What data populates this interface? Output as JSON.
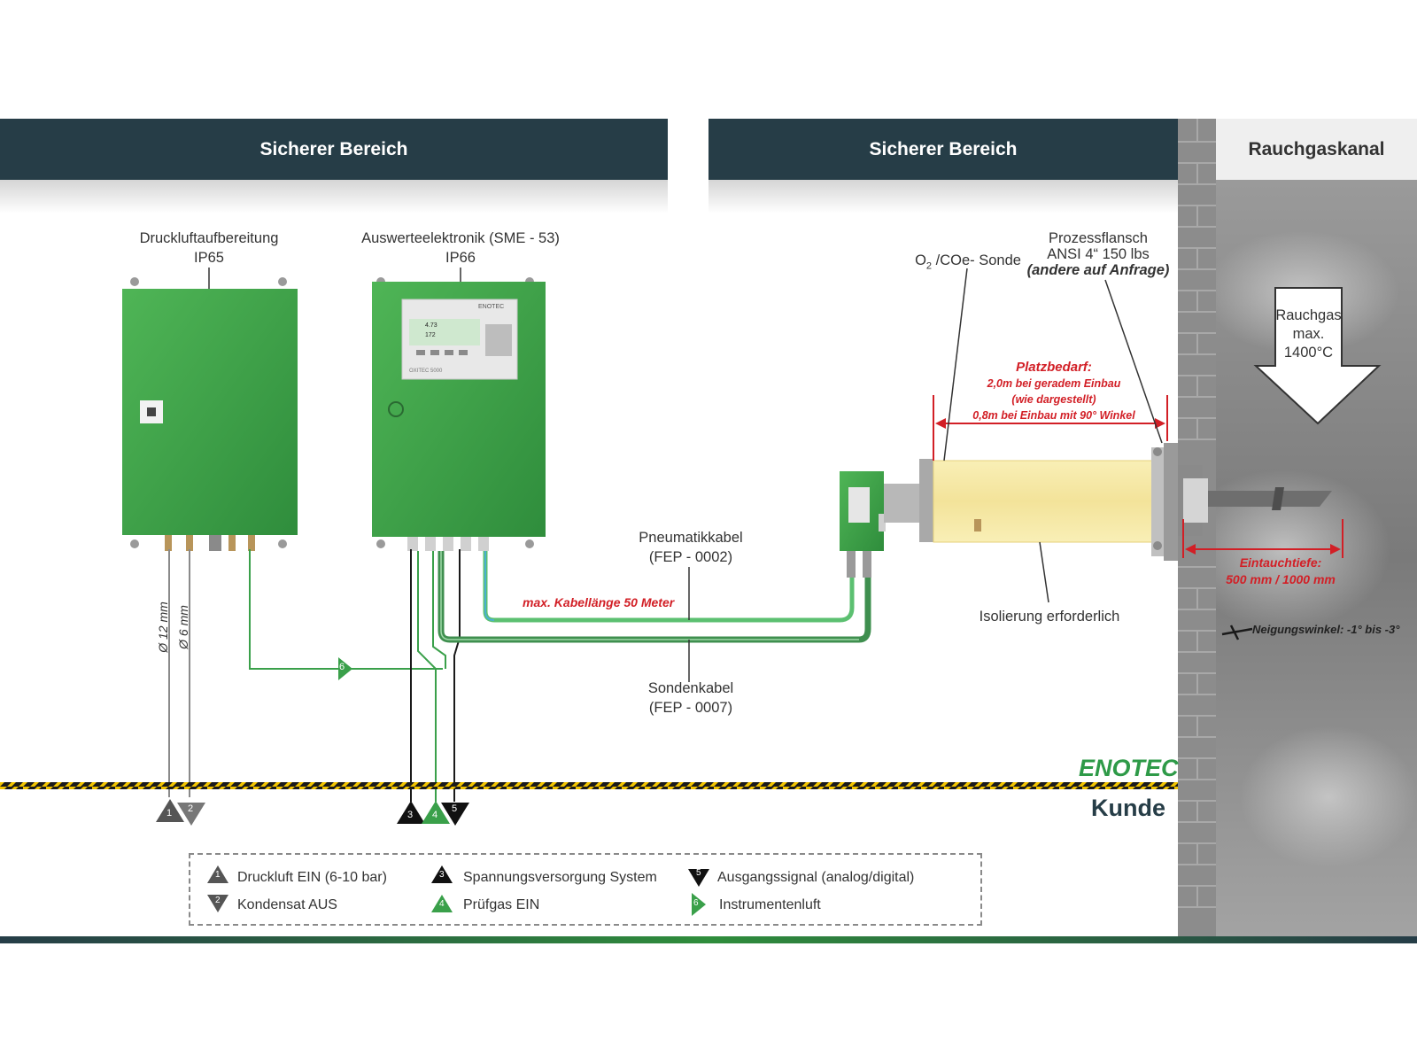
{
  "zones": {
    "safe_left": "Sicherer Bereich",
    "safe_right": "Sicherer Bereich",
    "flue": "Rauchgaskanal"
  },
  "components": {
    "air_prep_name": "Druckluftaufbereitung",
    "air_prep_ip": "IP65",
    "electronics_name": "Auswerteelektronik (SME - 53)",
    "electronics_ip": "IP66",
    "probe_prefix": "O",
    "probe_sub": "2",
    "probe_suffix": " /COe- Sonde",
    "flange_line1": "Prozessflansch",
    "flange_line2": "ANSI 4“ 150 lbs",
    "flange_line3": "(andere auf Anfrage)",
    "display_brand": "ENOTEC",
    "display_o2_value": "4.73",
    "display_co_value": "172",
    "display_model": "OXITEC 5000"
  },
  "flue_gas": {
    "line1": "Rauchgas",
    "line2": "max.",
    "line3": "1400°C"
  },
  "space_req": {
    "title": "Platzbedarf:",
    "line1": "2,0m bei geradem Einbau",
    "line2": "(wie dargestellt)",
    "line3": "0,8m bei Einbau mit 90° Winkel"
  },
  "insertion": {
    "title": "Eintauchtiefe:",
    "value": "500 mm / 1000 mm"
  },
  "inclination": "Neigungswinkel: -1° bis -3°",
  "insulation": "Isolierung erforderlich",
  "cables": {
    "pneumatic_name": "Pneumatikkabel",
    "pneumatic_code": "(FEP - 0002)",
    "probe_name": "Sondenkabel",
    "probe_code": "(FEP - 0007)",
    "max_length": "max. Kabellänge 50 Meter"
  },
  "pipes": {
    "d12": "Ø 12 mm",
    "d6": "Ø 6 mm"
  },
  "boundary": {
    "supplier": "ENOTEC",
    "customer": "Kunde"
  },
  "markers": [
    "1",
    "2",
    "3",
    "4",
    "5",
    "6"
  ],
  "legend": {
    "l1": "Druckluft EIN (6-10 bar)",
    "l2": "Kondensat AUS",
    "l3": "Spannungsversorgung System",
    "l4": "Prüfgas EIN",
    "l5": "Ausgangssignal (analog/digital)",
    "l6": "Instrumentenluft"
  },
  "colors": {
    "header": "#263d47",
    "cabinet_green": "#4caf50",
    "cable_green": "#3f8f4f",
    "accent_red": "#d21f26",
    "enotec_green": "#2e9a48",
    "wall": "#8f8f8f"
  }
}
